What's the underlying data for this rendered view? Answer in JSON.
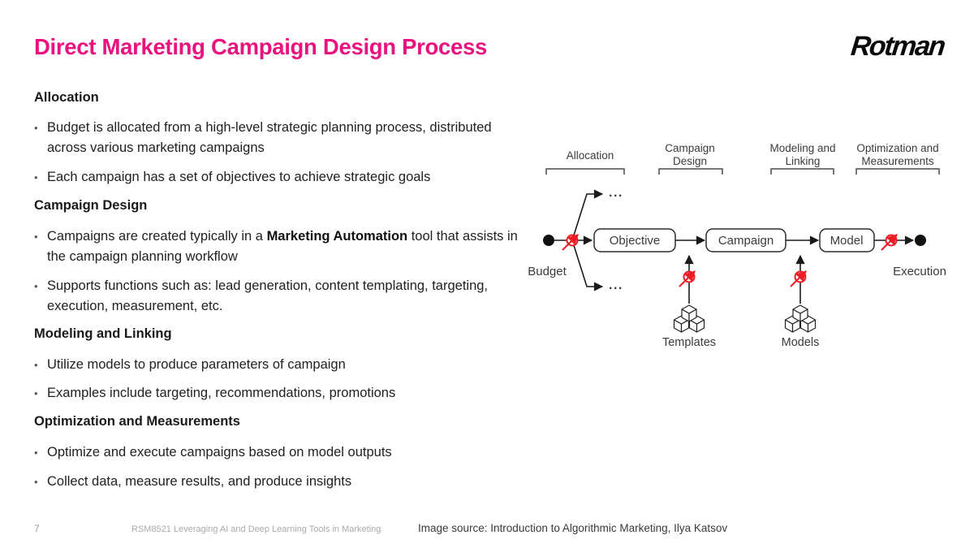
{
  "header": {
    "title": "Direct Marketing Campaign Design Process",
    "logo": "Rotman"
  },
  "colors": {
    "title_pink": "#e91380",
    "accent_red": "#ee1c25"
  },
  "sections": [
    {
      "heading": "Allocation",
      "bullets": [
        {
          "text": "Budget is allocated from a high-level strategic planning process, distributed across various marketing campaigns"
        },
        {
          "text": "Each campaign has a set of objectives to achieve strategic goals"
        }
      ]
    },
    {
      "heading": "Campaign Design",
      "bullets": [
        {
          "pre": "Campaigns are created typically in a ",
          "bold": "Marketing Automation",
          "post": " tool that assists in the campaign planning workflow"
        },
        {
          "text": "Supports functions such as: lead generation, content templating, targeting, execution, measurement, etc."
        }
      ]
    },
    {
      "heading": "Modeling and Linking",
      "bullets": [
        {
          "text": "Utilize models to produce parameters of campaign"
        },
        {
          "text": "Examples include targeting, recommendations, promotions"
        }
      ]
    },
    {
      "heading": "Optimization and Measurements",
      "bullets": [
        {
          "text": "Optimize and execute campaigns based on model outputs"
        },
        {
          "text": "Collect data, measure results, and produce insights"
        }
      ]
    }
  ],
  "diagram": {
    "phases": [
      {
        "line1": "Allocation",
        "line2": ""
      },
      {
        "line1": "Campaign",
        "line2": "Design"
      },
      {
        "line1": "Modeling and",
        "line2": "Linking"
      },
      {
        "line1": "Optimization and",
        "line2": "Measurements"
      }
    ],
    "start_label": "Budget",
    "end_label": "Execution",
    "boxes": [
      "Objective",
      "Campaign",
      "Model"
    ],
    "resources": [
      "Templates",
      "Models"
    ],
    "ellipsis": "..."
  },
  "footer": {
    "page_number": "7",
    "course": "RSM8521 Leveraging AI and Deep Learning Tools in Marketing",
    "image_source": "Image source: Introduction to Algorithmic Marketing, Ilya Katsov"
  }
}
